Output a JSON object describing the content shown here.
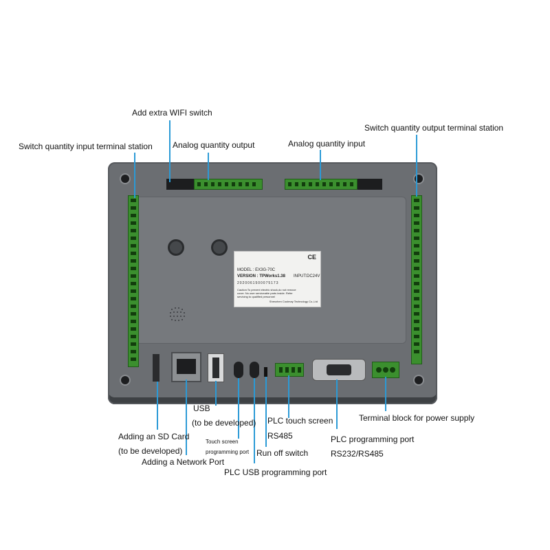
{
  "labels": {
    "wifi_switch": "Add extra WIFI switch",
    "switch_input": "Switch quantity input terminal station",
    "analog_output": "Analog quantity output",
    "analog_input": "Analog quantity input",
    "switch_output": "Switch quantity output terminal station",
    "usb": "USB",
    "usb_sub": "(to be developed)",
    "plc_touch": "PLC touch screen",
    "rs485": "RS485",
    "power_block": "Terminal block for power supply",
    "sd_card": "Adding an SD Card",
    "sd_sub": "(to be developed)",
    "touch_port_1": "Touch screen",
    "touch_port_2": "programming port",
    "network_port": "Adding a Network Port",
    "run_off": "Run off switch",
    "plc_prog": "PLC programming port",
    "plc_prog_sub": "RS232/RS485",
    "plc_usb": "PLC USB programming port"
  },
  "sticker": {
    "model": "MODEL : EX3G-70C",
    "version": "VERSION : TPWorks1.38",
    "input": "INPUT:DC24V",
    "ce": "CE",
    "serial": "2020061500075173",
    "warn1": "Caution:To prevent electric shock,do not remove",
    "warn2": "cover. No user serviceable parts inside. Refer",
    "warn3": "servicing to qualified personnel",
    "maker": "Shenzhen Coolmay Technology Co.,Ltd"
  },
  "colors": {
    "leader": "#2b9ad6",
    "housing": "#6b6e72",
    "terminal": "#3b8f2e"
  }
}
